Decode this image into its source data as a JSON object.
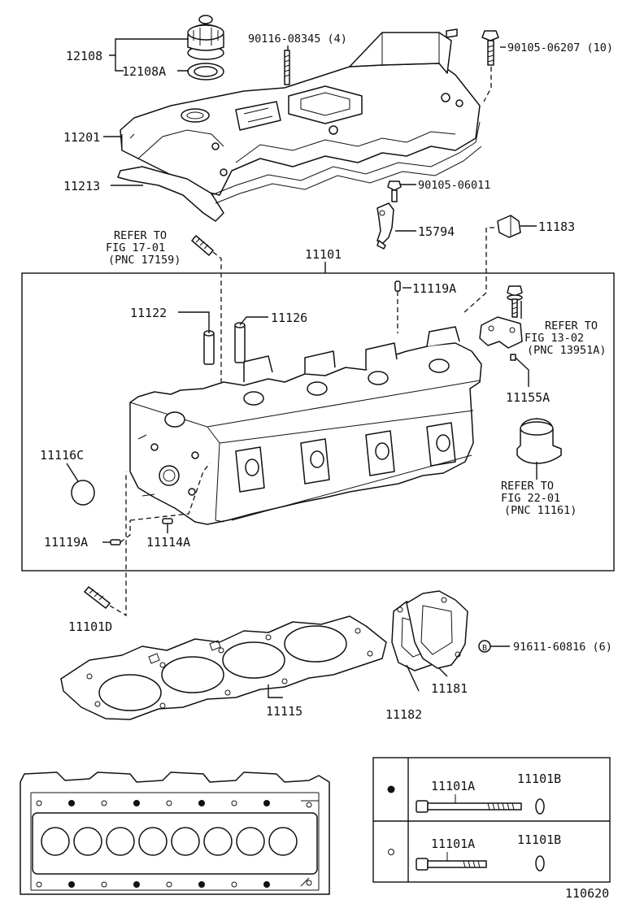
{
  "labels": {
    "oil_cap": "12108",
    "oil_cap_gasket": "12108A",
    "cover_stud": "90116-08345 (4)",
    "cover_bolt": "90105-06207 (10)",
    "head_cover": "11201",
    "cover_gasket": "11213",
    "bracket_bolt": "90105-06011",
    "bracket": "15794",
    "cap_plug": "11183",
    "head_assy": "11101",
    "ring_pin_top": "11119A",
    "guide_left": "11122",
    "guide_right": "11126",
    "refer_top_line1": "REFER TO",
    "refer_top_line2": "FIG 17-01",
    "refer_top_line3": "(PNC 17159)",
    "refer_right_line1": "REFER TO",
    "refer_right_line2": "FIG 13-02",
    "refer_right_line3": "(PNC 13951A)",
    "pin_right": "11155A",
    "plug_side": "11116C",
    "refer_bottom_line1": "REFER TO",
    "refer_bottom_line2": "FIG 22-01",
    "refer_bottom_line3": "(PNC 11161)",
    "ring_pin_left": "11119A",
    "insert": "11114A",
    "stud_bottom": "11101D",
    "head_gasket": "11115",
    "plate_gasket": "11182",
    "plate": "11181",
    "plate_bolt": "91611-60816 (6)",
    "plate_bolt_marker": "B",
    "table_bolt_1": "11101A",
    "table_washer_1": "11101B",
    "table_bolt_2": "11101A",
    "table_washer_2": "11101B",
    "figure_number": "110620"
  }
}
